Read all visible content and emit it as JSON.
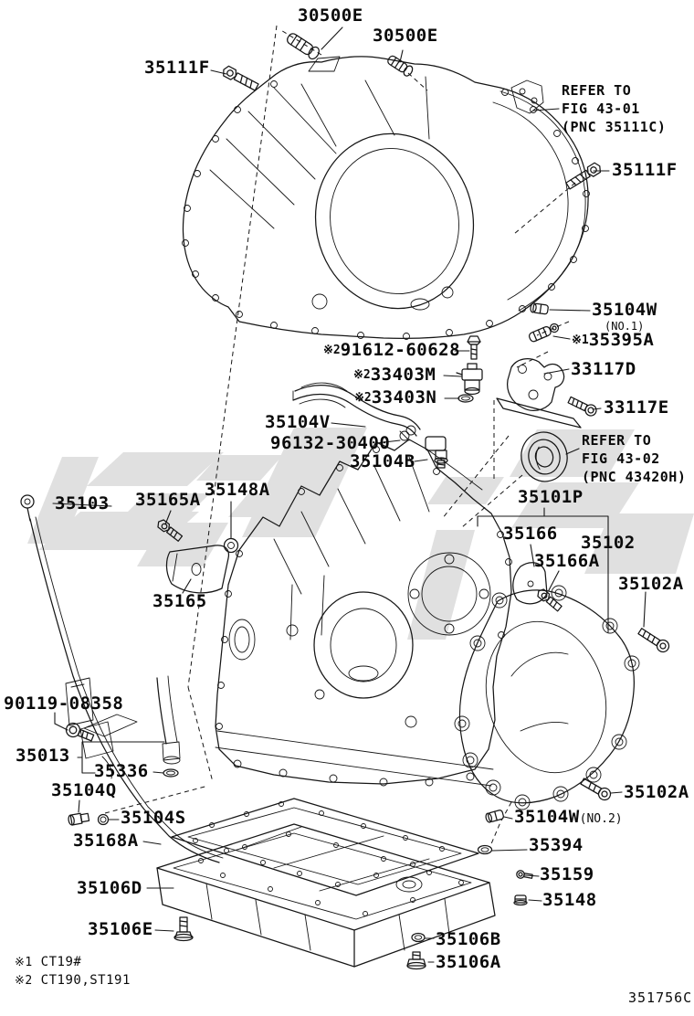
{
  "figure": {
    "type": "exploded-parts-diagram",
    "subject": "automatic transaxle case, housing and oil pan",
    "drawing_code": "351756C",
    "line_color": "#161616",
    "watermark_color": "#c2c2c2"
  },
  "labels": {
    "l30500e_a": "30500E",
    "l30500e_b": "30500E",
    "l35111f_a": "35111F",
    "l35111f_b": "35111F",
    "ref1_l1": "REFER TO",
    "ref1_l2": "FIG 43-01",
    "ref1_l3": "(PNC 35111C)",
    "l35104w_1": "35104W",
    "l35104w_1_sub": "(NO.1)",
    "mark1": "※1",
    "mark2": "※2",
    "l35395a": "35395A",
    "l33117d": "33117D",
    "l33117e": "33117E",
    "l91612": "91612-60628",
    "l33403m": "33403M",
    "l33403n": "33403N",
    "l35104v": "35104V",
    "l96132": "96132-30400",
    "l35104b": "35104B",
    "ref2_l1": "REFER TO",
    "ref2_l2": "FIG 43-02",
    "ref2_l3": "(PNC 43420H)",
    "l35101p": "35101P",
    "l35103": "35103",
    "l35165a": "35165A",
    "l35148a": "35148A",
    "l35165": "35165",
    "l35166": "35166",
    "l35102": "35102",
    "l35166a": "35166A",
    "l35102a_a": "35102A",
    "l35102a_b": "35102A",
    "l90119": "90119-08358",
    "l35013": "35013",
    "l35336": "35336",
    "l35104q": "35104Q",
    "l35104s": "35104S",
    "l35168a": "35168A",
    "l35106d": "35106D",
    "l35106e": "35106E",
    "l35106b": "35106B",
    "l35106a": "35106A",
    "l35104w_2": "35104W",
    "l35104w_2_sub": "(NO.2)",
    "l35394": "35394",
    "l35159": "35159",
    "l35148": "35148"
  },
  "footnotes": [
    {
      "mark": "※1",
      "text": "CT19#"
    },
    {
      "mark": "※2",
      "text": "CT190,ST191"
    }
  ],
  "drawing_code": "351756C"
}
